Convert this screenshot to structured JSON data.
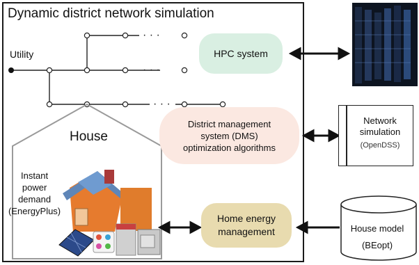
{
  "title": "Dynamic district network simulation",
  "utility_label": "Utility",
  "dots": "· · ·",
  "hpc_label": "HPC system",
  "dms_lines": [
    "District management",
    "system (DMS)",
    "optimization algorithms"
  ],
  "house_label": "House",
  "house_lines": [
    "Instant",
    "power",
    "demand",
    "(EnergyPlus)"
  ],
  "hem_lines": [
    "Home energy",
    "management"
  ],
  "netsim_lines": [
    "Network",
    "simulation"
  ],
  "netsim_sub": "(OpenDSS)",
  "house_model_lines": [
    "House model",
    "(BEopt)"
  ]
}
